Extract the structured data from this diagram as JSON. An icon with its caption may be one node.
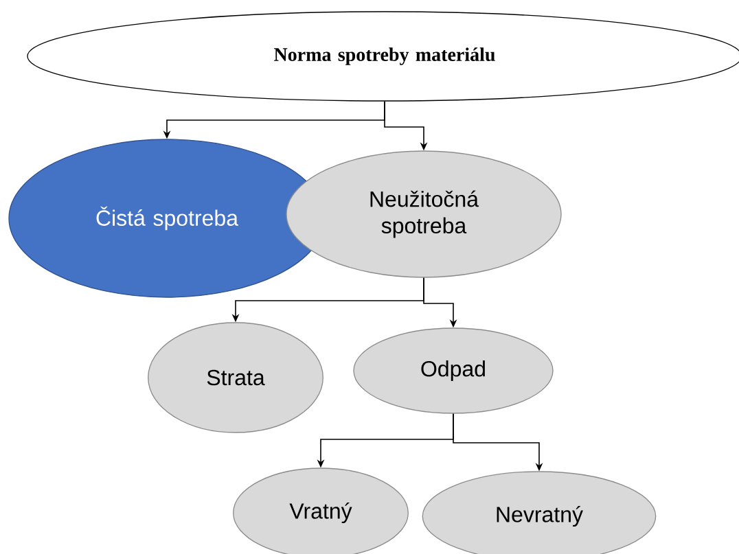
{
  "diagram": {
    "nodes": [
      {
        "text": [
          "Norma spotreby materiálu"
        ]
      },
      {
        "text": [
          "Čistá spotreba"
        ]
      },
      {
        "text": [
          "Neužitočná spotreba"
        ]
      },
      {
        "text": [
          "Strata"
        ]
      },
      {
        "text": [
          "Odpad"
        ]
      },
      {
        "text": [
          "Vratný"
        ]
      },
      {
        "text": [
          "Nevratný"
        ]
      }
    ],
    "edges": [
      {
        "from": 0,
        "to": 1,
        "arrow": "to"
      },
      {
        "from": 0,
        "to": 2,
        "arrow": "to"
      },
      {
        "from": 2,
        "to": 3,
        "arrow": "to"
      },
      {
        "from": 2,
        "to": 4,
        "arrow": "to"
      },
      {
        "from": 4,
        "to": 5,
        "arrow": "to"
      },
      {
        "from": 4,
        "to": 6,
        "arrow": "to"
      }
    ]
  }
}
